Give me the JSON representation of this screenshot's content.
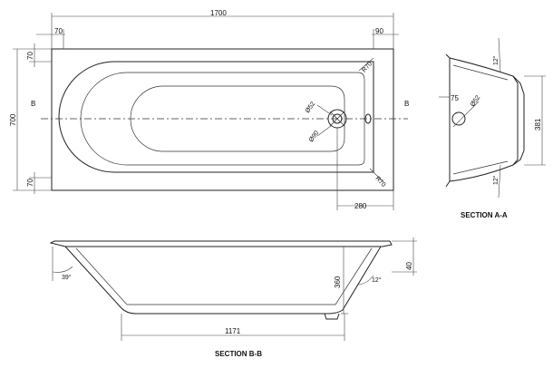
{
  "dimensions": {
    "overall_length": "1700",
    "left_rim": "70",
    "right_rim": "90",
    "rim_top": "70",
    "rim_bottom": "70",
    "overall_width": "700",
    "radius_top": "R70",
    "radius_bottom": "R70",
    "waste_dia_52": "Ø52",
    "waste_dia_90": "Ø90",
    "waste_offset": "280",
    "section_a_height": "381",
    "section_a_offset": "75",
    "section_a_waste": "Ø52",
    "section_a_angle_top": "12°",
    "section_a_angle_bottom": "12°",
    "depth": "360",
    "rim_depth": "40",
    "foot_angle": "39°",
    "head_angle": "12°",
    "base_length": "1171"
  },
  "section_markers": {
    "left": "B",
    "right": "B"
  },
  "labels": {
    "section_a": "SECTION A-A",
    "section_b": "SECTION B-B"
  },
  "colors": {
    "line": "#222222",
    "background": "#ffffff"
  }
}
